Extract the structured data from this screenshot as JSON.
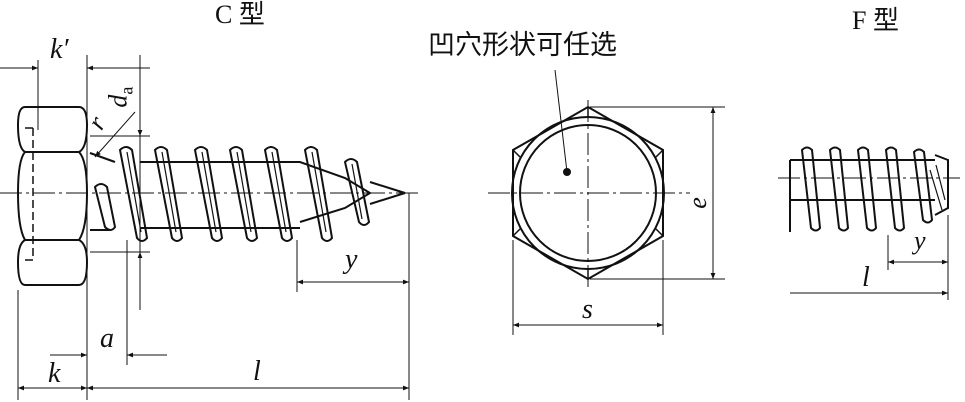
{
  "titles": {
    "c_type": "C 型",
    "f_type": "F 型",
    "recess_note": "凹穴形状可任选"
  },
  "dimensions": {
    "k_prime": "k′",
    "d_a": "d",
    "d_a_sub": "a",
    "r": "r",
    "y": "y",
    "a": "a",
    "k": "k",
    "l": "l",
    "e": "e",
    "s": "s",
    "f_l": "l",
    "f_y": "y"
  },
  "colors": {
    "line": "#111111",
    "background": "#ffffff"
  }
}
